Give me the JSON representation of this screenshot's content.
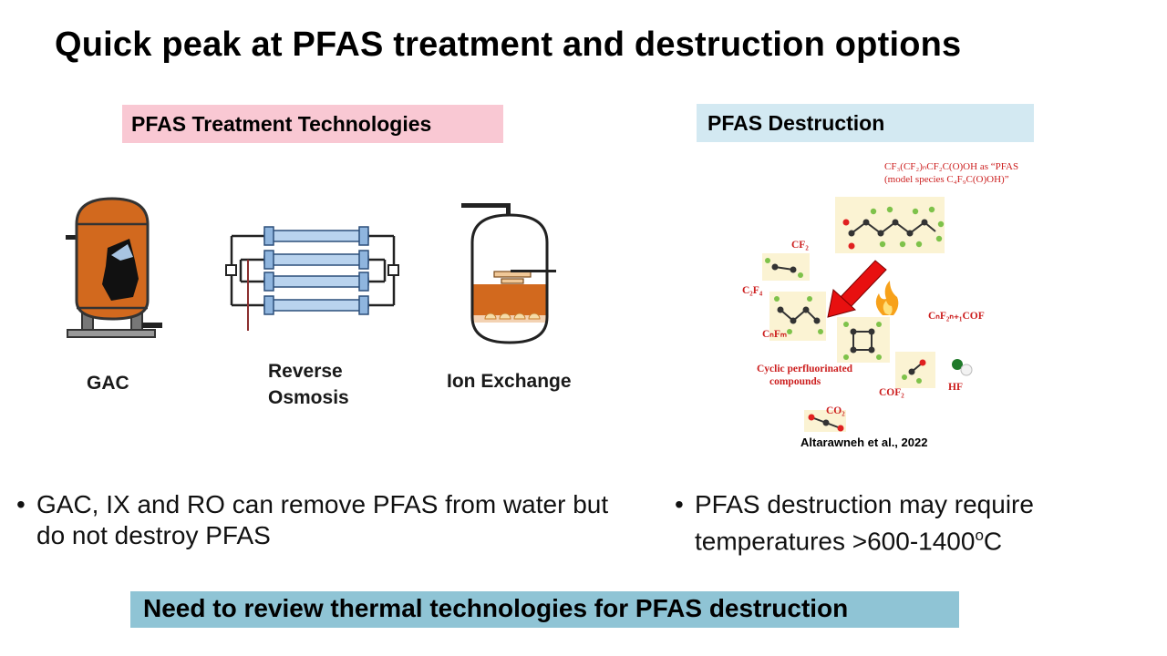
{
  "title": "Quick peak at PFAS treatment and destruction options",
  "treatment": {
    "header": "PFAS Treatment Technologies",
    "gac_label": "GAC",
    "ro_label_line1": "Reverse",
    "ro_label_line2": "Osmosis",
    "ix_label": "Ion Exchange",
    "bullet": "GAC, IX and RO can remove PFAS from water but do not destroy PFAS"
  },
  "destruction": {
    "header": "PFAS Destruction",
    "bullet_main": "PFAS destruction may require temperatures >600-1400",
    "bullet_sup": "o",
    "bullet_end": "C",
    "citation": "Altarawneh et al., 2022",
    "diagram": {
      "caption_line1": "CF₃(CF₂)ₙCF₂C(O)OH as “PFAS",
      "caption_line2": "(model species C₄F₉C(O)OH)”",
      "cf2": "CF₂",
      "c2f4": "C₂F₄",
      "cnfm": "CₙFₘ",
      "cnf2n1cof": "CₙF₂ₙ₊₁COF",
      "cyclic_line1": "Cyclic perfluorinated",
      "cyclic_line2": "compounds",
      "cof2": "COF₂",
      "hf": "HF",
      "co2": "CO₂"
    }
  },
  "banner": "Need to review thermal technologies for PFAS destruction",
  "colors": {
    "treatment_header_bg": "#f9c8d3",
    "destruction_header_bg": "#d3e9f2",
    "banner_bg": "#8fc4d5",
    "vessel_orange": "#d2691e",
    "membrane_blue": "#b9d3ee",
    "label_red": "#cc1e1e"
  }
}
